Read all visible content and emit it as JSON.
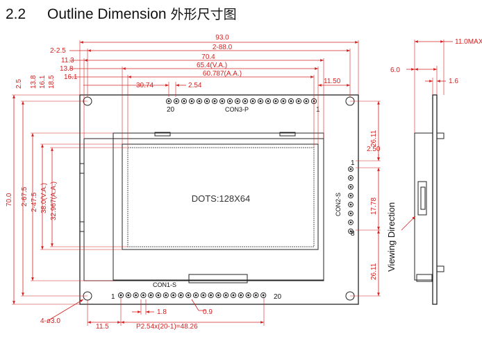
{
  "heading": {
    "number": "2.2",
    "title": "Outline Dimension",
    "title_cjk": "外形尺寸图"
  },
  "front_view": {
    "display_text": "DOTS:128X64",
    "top_connector": {
      "label": "CON3-P",
      "pin_left": "20",
      "pin_right": "1"
    },
    "bottom_connector": {
      "label": "CON1-S",
      "pin_left": "1",
      "pin_right": "20"
    },
    "side_connector": {
      "label": "CON2-S",
      "pin_top": "1",
      "pin_bottom": "8"
    },
    "horizontal_dims": [
      "93.0",
      "2-2.5",
      "2-88.0",
      "11.3",
      "70.4",
      "13.8",
      "65.4(V.A.)",
      "16.1",
      "60.787(A.A.)",
      "30.74",
      "2.54",
      "11.50"
    ],
    "vertical_dims": [
      "2.5",
      "13.8",
      "16.1",
      "18.5",
      "70.0",
      "2-67.5",
      "2-47.5",
      "38.0(V.A.)",
      "32.967(A.A.)"
    ],
    "right_dims": [
      "26.11",
      "2.50",
      "17.78",
      "26.11"
    ],
    "bottom_dims": [
      "4-ø3.0",
      "11.5",
      "1.8",
      "0.9",
      "P2.54x(20-1)=48.26"
    ]
  },
  "side_view": {
    "dims": [
      "11.0MAX",
      "6.0",
      "1.6"
    ],
    "viewing_direction": "Viewing Direction"
  },
  "colors": {
    "dimension": "#d42020",
    "outline": "#222222"
  }
}
